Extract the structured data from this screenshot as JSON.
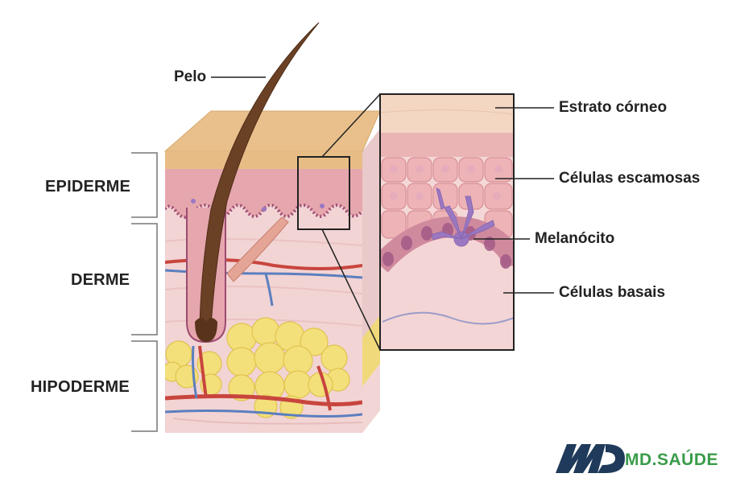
{
  "labels": {
    "hair": "Pelo",
    "stratum_corneum": "Estrato córneo",
    "squamous_cells": "Células escamosas",
    "melanocyte": "Melanócito",
    "basal_cells": "Células basais"
  },
  "layers": {
    "epidermis": "EPIDERME",
    "dermis": "DERME",
    "hypodermis": "HIPODERME"
  },
  "brand": {
    "name": "MD.SAÚDE",
    "colors": {
      "logo_dark": "#1f3a5a",
      "logo_green": "#3a9c4a"
    }
  },
  "colors": {
    "stratum": "#e6c08a",
    "epidermis": "#e8a7ad",
    "dermis": "#f3d2d2",
    "fat": "#f3e27a",
    "artery": "#c8453e",
    "vein": "#5b7fbf",
    "hair": "#6b4125",
    "melanocyte": "#9a78c2"
  }
}
